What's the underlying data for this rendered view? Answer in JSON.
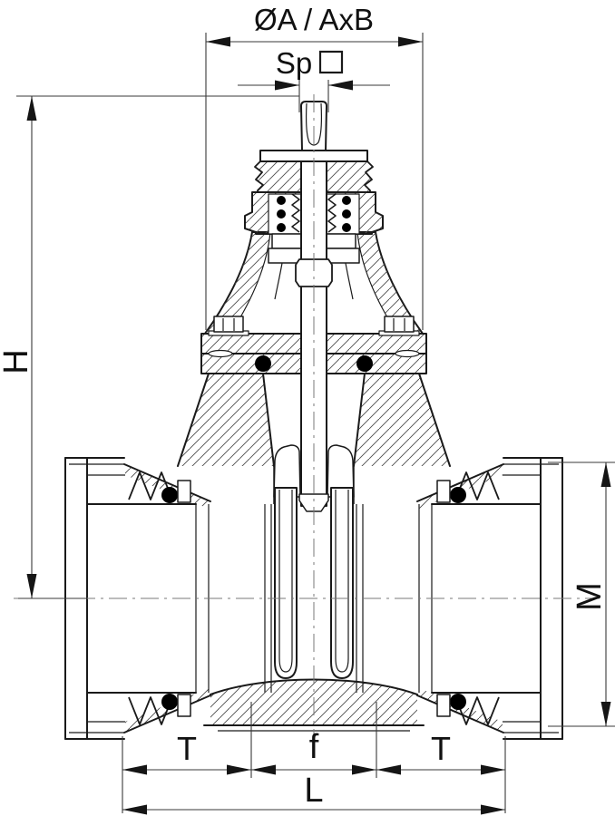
{
  "drawing": {
    "description": "Sectional drawing of a resilient-seated gate valve with push-in socket ends, dimension scheme",
    "labels": {
      "top_width": "ØA / AxB",
      "stem_square": "Sp",
      "height": "H",
      "socket_height": "M",
      "socket_depth_left": "T",
      "joint_gap": "f",
      "socket_depth_right": "T",
      "overall_length": "L"
    },
    "symbols": {
      "stem_square_icon": "square-outline"
    },
    "colors": {
      "ink": "#1a1a1a",
      "dimension_line": "#3a3a3a",
      "centerline": "#787878",
      "hatch": "#4a4a4a",
      "seal_fill": "#000000",
      "background": "#ffffff"
    }
  }
}
